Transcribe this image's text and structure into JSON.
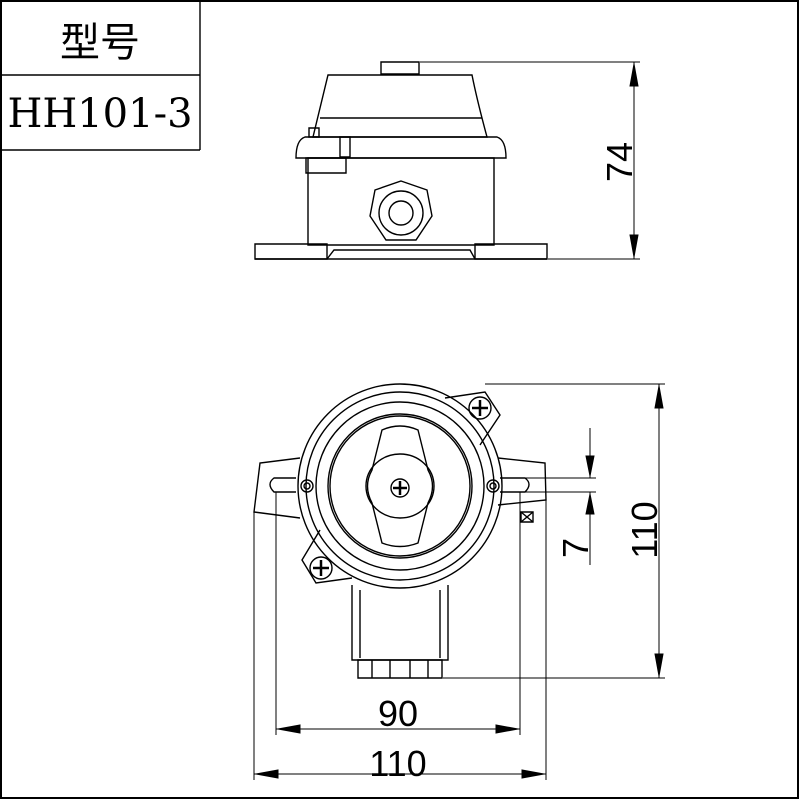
{
  "title_block": {
    "header_label": "型号",
    "model_value": "HH101-3"
  },
  "dimensions": {
    "height": "74",
    "bracket_spacing": "90",
    "overall_width": "110",
    "overall_height": "110",
    "slot_width": "7"
  },
  "colors": {
    "line": "#000000",
    "background": "#ffffff"
  }
}
